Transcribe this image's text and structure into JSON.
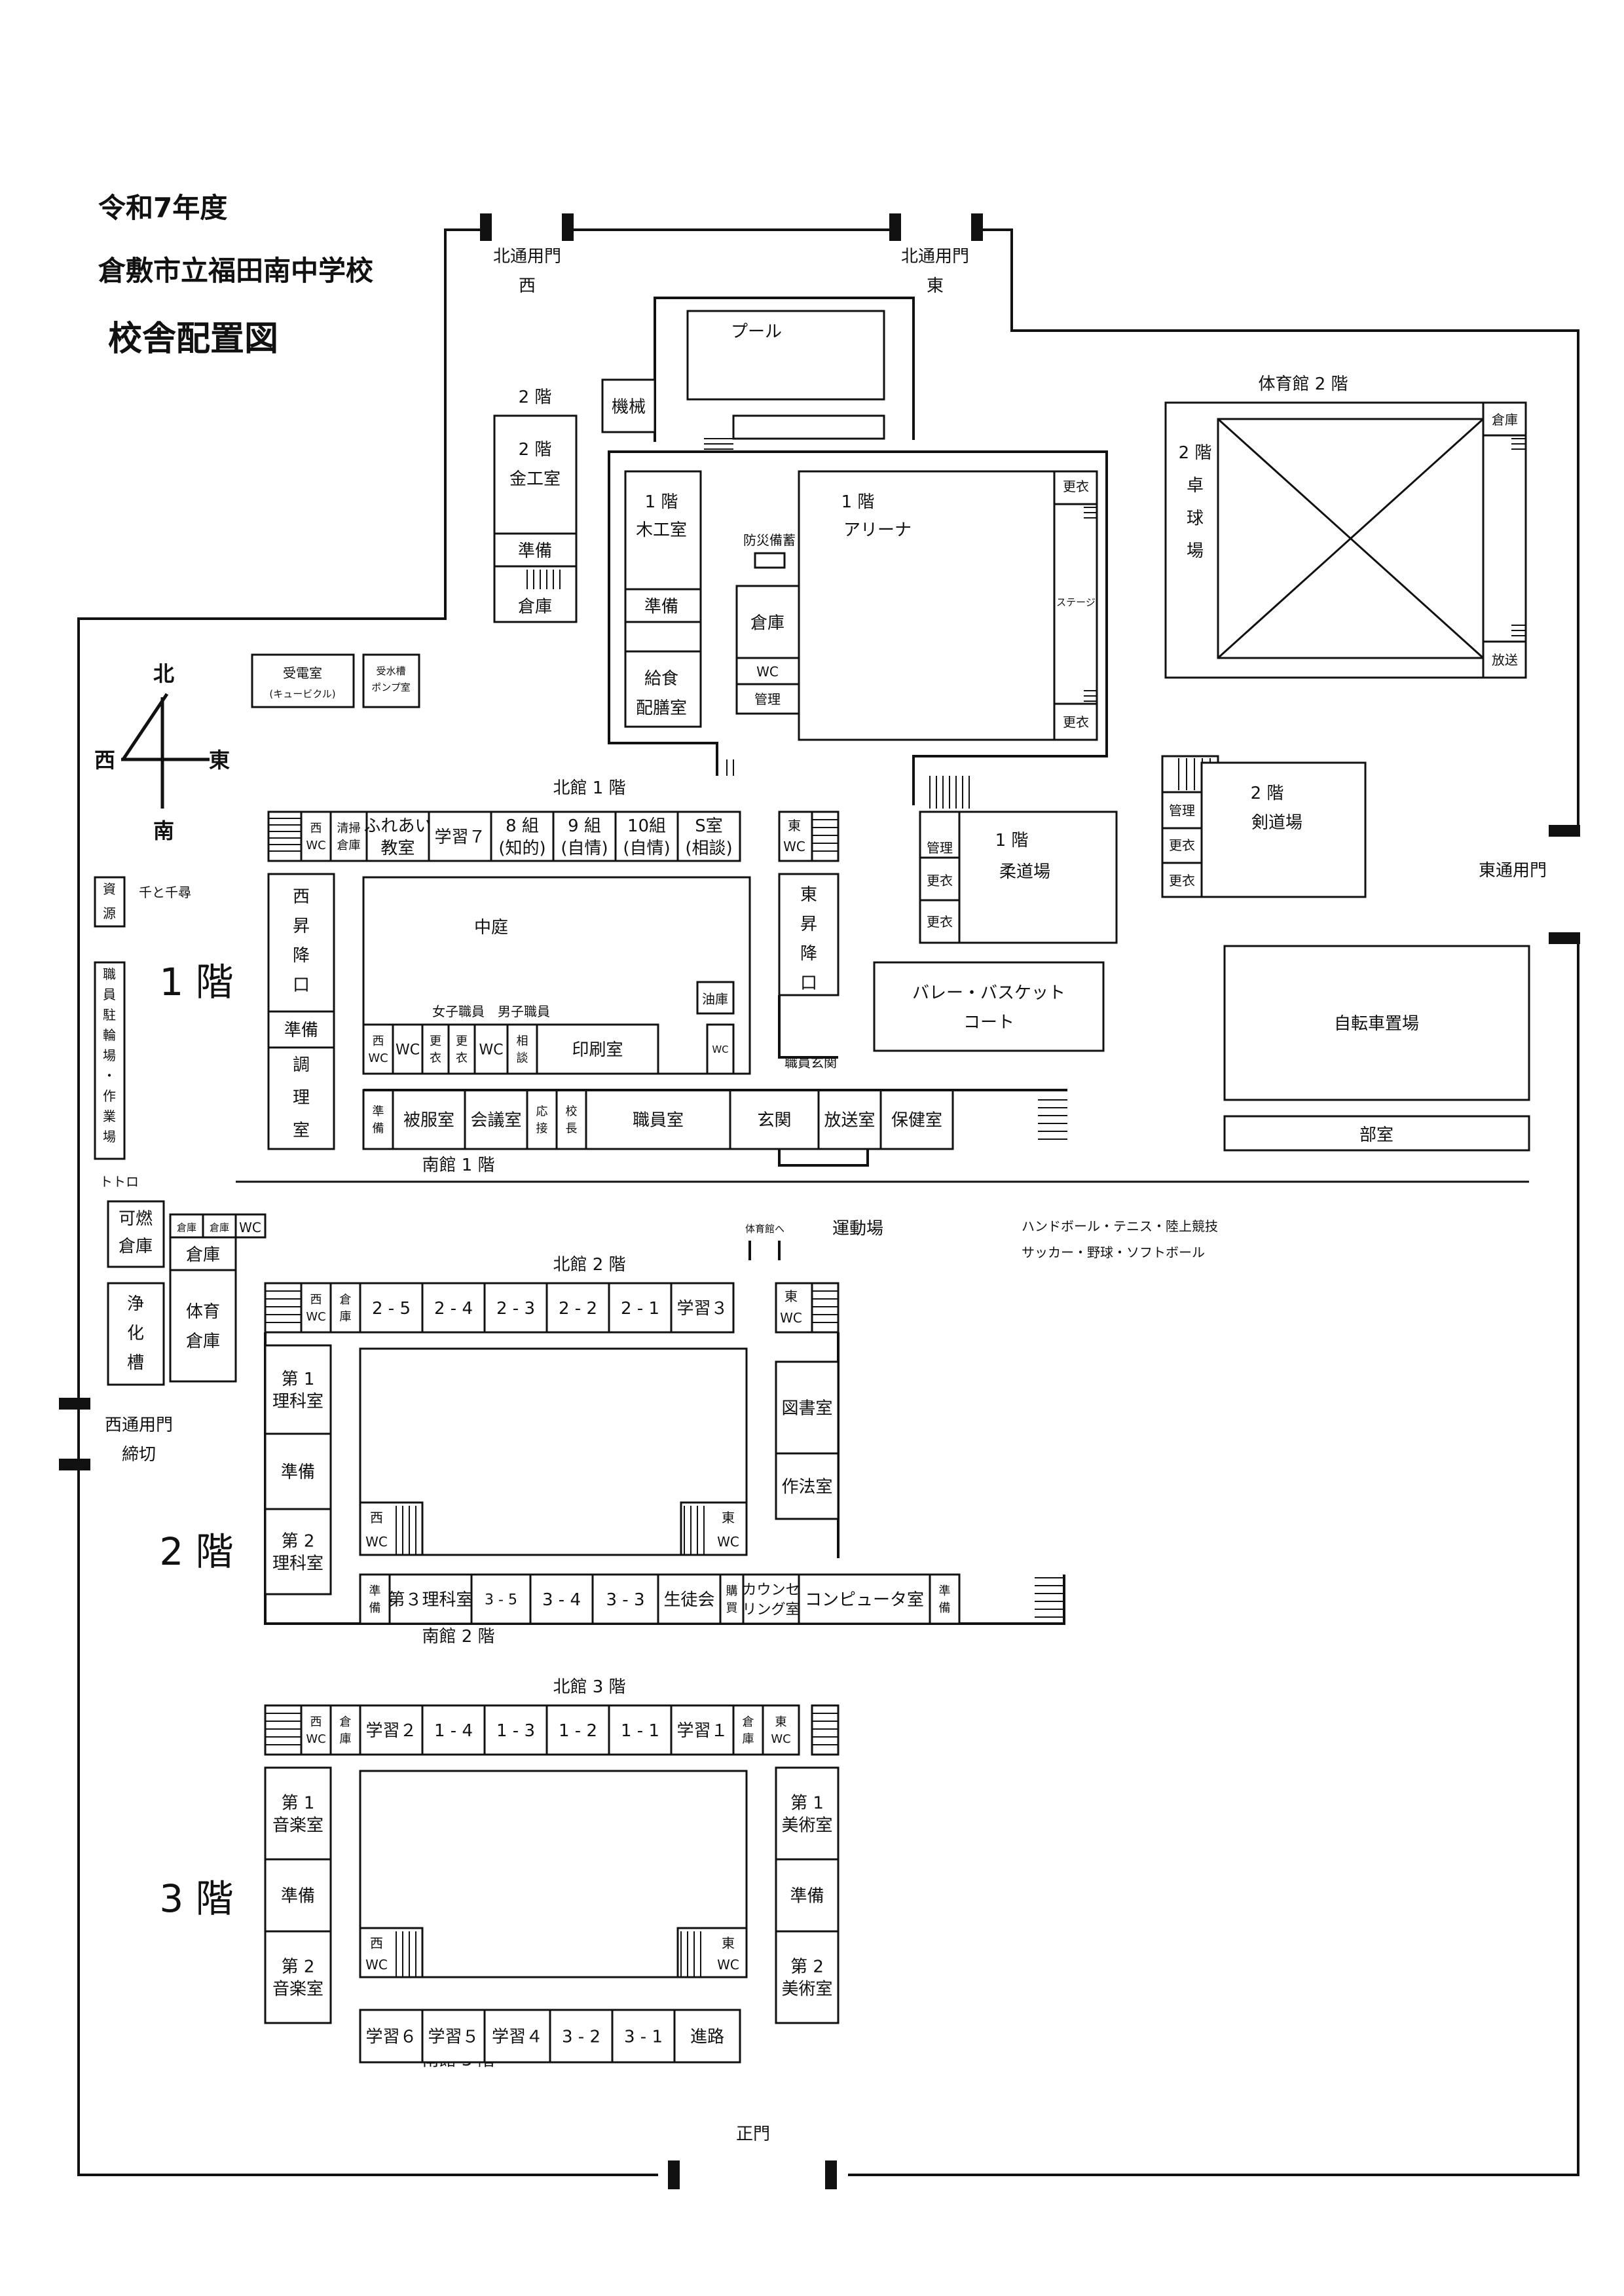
{
  "header": {
    "year": "令和7年度",
    "school": "倉敷市立福田南中学校",
    "title": "校舎配置図"
  },
  "compass": {
    "north": "北",
    "south": "南",
    "east": "東",
    "west": "西"
  },
  "gates": {
    "north_west": [
      "北通用門",
      "西"
    ],
    "north_east": [
      "北通用門",
      "東"
    ],
    "east": "東通用門",
    "west": [
      "西通用門",
      "締切"
    ],
    "main": "正門"
  },
  "floors": {
    "f1": "1 階",
    "f2": "2 階",
    "f3": "3 階"
  },
  "wings": {
    "north1": "北館 1 階",
    "south1": "南館 1 階",
    "north2": "北館 2 階",
    "south2": "南館 2 階",
    "north3": "北館 3 階",
    "south3": "南館 3 階"
  },
  "north_facilities": {
    "pool": "プール",
    "machine": "機械",
    "metal_floor": "2 階",
    "metal_shop": [
      "2 階",
      "金工室"
    ],
    "metal_prep": "準備",
    "metal_storage": "倉庫",
    "wood_shop": [
      "1 階",
      "木工室"
    ],
    "wood_prep": "準備",
    "food_prep": [
      "給食",
      "配膳室"
    ],
    "bosai": "防災備蓄",
    "arena_storage": "倉庫",
    "arena_wc": "WC",
    "arena_admin": "管理",
    "arena": [
      "1 階",
      "アリーナ"
    ],
    "stage": "ステージ",
    "change_top": "更衣",
    "change_bottom": "更衣",
    "gym2_title": "体育館 2 階",
    "gym2_storage": "倉庫",
    "gym2_side": [
      "2 階",
      "卓",
      "球",
      "場"
    ],
    "gym2_broadcast": "放送",
    "judo": [
      "1 階",
      "柔道場"
    ],
    "judo_rooms": [
      "管理",
      "更衣",
      "更衣"
    ],
    "kendo": [
      "2 階",
      "剣道場"
    ],
    "kendo_rooms": [
      "管理",
      "更衣",
      "更衣"
    ],
    "substation": [
      "受電室",
      "(キュービクル)"
    ],
    "pump": [
      "受水槽",
      "ポンプ室"
    ]
  },
  "floor1": {
    "north_rooms": [
      [
        "西",
        "WC"
      ],
      [
        "清掃",
        "倉庫"
      ],
      [
        "ふれあい",
        "教室"
      ],
      [
        "学習７"
      ],
      [
        "8 組",
        "(知的)"
      ],
      [
        "9 組",
        "(自情)"
      ],
      [
        "10組",
        "(自情)"
      ],
      [
        "S室",
        "(相談)"
      ]
    ],
    "east_wc": [
      "東",
      "WC"
    ],
    "west_stairs_label": [
      "西",
      "昇",
      "降",
      "口"
    ],
    "east_stairs_label": [
      "東",
      "昇",
      "降",
      "口"
    ],
    "west_prep": "準備",
    "cooking": [
      "調",
      "理",
      "室"
    ],
    "courtyard": "中庭",
    "staff_wc_labels": "女子職員　男子職員",
    "court_rooms": [
      [
        "西",
        "WC"
      ],
      [
        "WC"
      ],
      [
        "更",
        "衣"
      ],
      [
        "更",
        "衣"
      ],
      [
        "WC"
      ],
      [
        "相",
        "談"
      ],
      [
        "印刷室"
      ]
    ],
    "oil": "油庫",
    "wc_small": "WC",
    "staff_entrance": "職員玄関",
    "south_rooms": [
      [
        "準",
        "備"
      ],
      [
        "被服室"
      ],
      [
        "会議室"
      ],
      [
        "応",
        "接"
      ],
      [
        "校",
        "長"
      ],
      [
        "職員室"
      ],
      [
        "玄関"
      ],
      [
        "放送室"
      ],
      [
        "保健室"
      ]
    ],
    "court": [
      "バレー・バスケット",
      "コート"
    ],
    "bike": "自転車置場",
    "club": "部室",
    "shigen": [
      "資",
      "源"
    ],
    "senmon": "千と千尋",
    "staff_parking": [
      "職",
      "員",
      "駐",
      "輪",
      "場",
      "・",
      "作",
      "業",
      "場"
    ],
    "totoro": "トトロ"
  },
  "outdoor": {
    "ground": "運動場",
    "sports1": "ハンドボール・テニス・陸上競技",
    "sports2": "サッカー・野球・ソフトボール",
    "to_gym": "体育館へ",
    "burnable": [
      "可燃",
      "倉庫"
    ],
    "septic": [
      "浄",
      "化",
      "槽"
    ],
    "small_sheds": [
      "倉庫",
      "倉庫",
      "WC"
    ],
    "shed": "倉庫",
    "pe_storage": [
      "体育",
      "倉庫"
    ]
  },
  "floor2": {
    "north_rooms": [
      [
        "西",
        "WC"
      ],
      [
        "倉",
        "庫"
      ],
      [
        "2 - 5"
      ],
      [
        "2 - 4"
      ],
      [
        "2 - 3"
      ],
      [
        "2 - 2"
      ],
      [
        "2 - 1"
      ],
      [
        "学習３"
      ]
    ],
    "east_wc": [
      "東",
      "WC"
    ],
    "west_rooms": [
      [
        "第 1",
        "理科室"
      ],
      [
        "準備"
      ],
      [
        "第 2",
        "理科室"
      ]
    ],
    "east_rooms": [
      [
        "図書室"
      ],
      [
        "作法室"
      ]
    ],
    "court_wc_west": [
      "西",
      "WC"
    ],
    "court_wc_east": [
      "東",
      "WC"
    ],
    "south_rooms": [
      [
        "準",
        "備"
      ],
      [
        "第３理科室"
      ],
      [
        "3 - 5"
      ],
      [
        "3 - 4"
      ],
      [
        "3 - 3"
      ],
      [
        "生徒会"
      ],
      [
        "購",
        "買"
      ],
      [
        "カウンセ",
        "リング室"
      ],
      [
        "コンピュータ室"
      ],
      [
        "準",
        "備"
      ]
    ]
  },
  "floor3": {
    "north_rooms": [
      [
        "西",
        "WC"
      ],
      [
        "倉",
        "庫"
      ],
      [
        "学習２"
      ],
      [
        "1 - 4"
      ],
      [
        "1 - 3"
      ],
      [
        "1 - 2"
      ],
      [
        "1 - 1"
      ],
      [
        "学習１"
      ],
      [
        "倉",
        "庫"
      ],
      [
        "東",
        "WC"
      ]
    ],
    "west_rooms": [
      [
        "第 1",
        "音楽室"
      ],
      [
        "準備"
      ],
      [
        "第 2",
        "音楽室"
      ]
    ],
    "east_rooms": [
      [
        "第 1",
        "美術室"
      ],
      [
        "準備"
      ],
      [
        "第 2",
        "美術室"
      ]
    ],
    "court_wc_west": [
      "西",
      "WC"
    ],
    "court_wc_east": [
      "東",
      "WC"
    ],
    "south_rooms": [
      [
        "学習６"
      ],
      [
        "学習５"
      ],
      [
        "学習４"
      ],
      [
        "3 - 2"
      ],
      [
        "3 - 1"
      ],
      [
        "進路"
      ]
    ]
  }
}
